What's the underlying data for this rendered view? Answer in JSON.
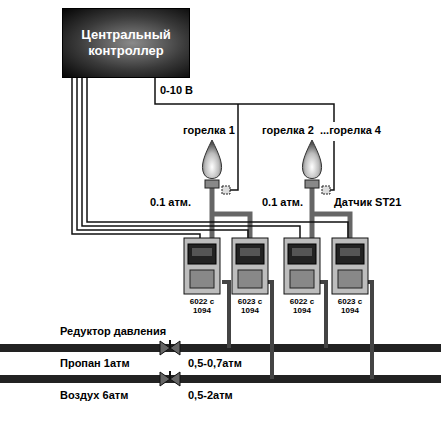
{
  "diagram": {
    "nodes": [
      {
        "text": [
          "Центральный контроллер"
        ]
      }
    ],
    "edges": [],
    "labels": [
      "0-10 В",
      "горелка 1",
      "горелка 2",
      "...горелка 4",
      "0.1 атм.",
      "0.1 атм.",
      "Датчик ST21",
      "6022 с 1094",
      "6023 с 1094",
      "6022 с 1094",
      "6023 с 1094",
      "Редуктор давления",
      "Пропан 1атм",
      "0,5-0,7атм",
      "Воздух 6атм",
      "0,5-2атм"
    ]
  }
}
